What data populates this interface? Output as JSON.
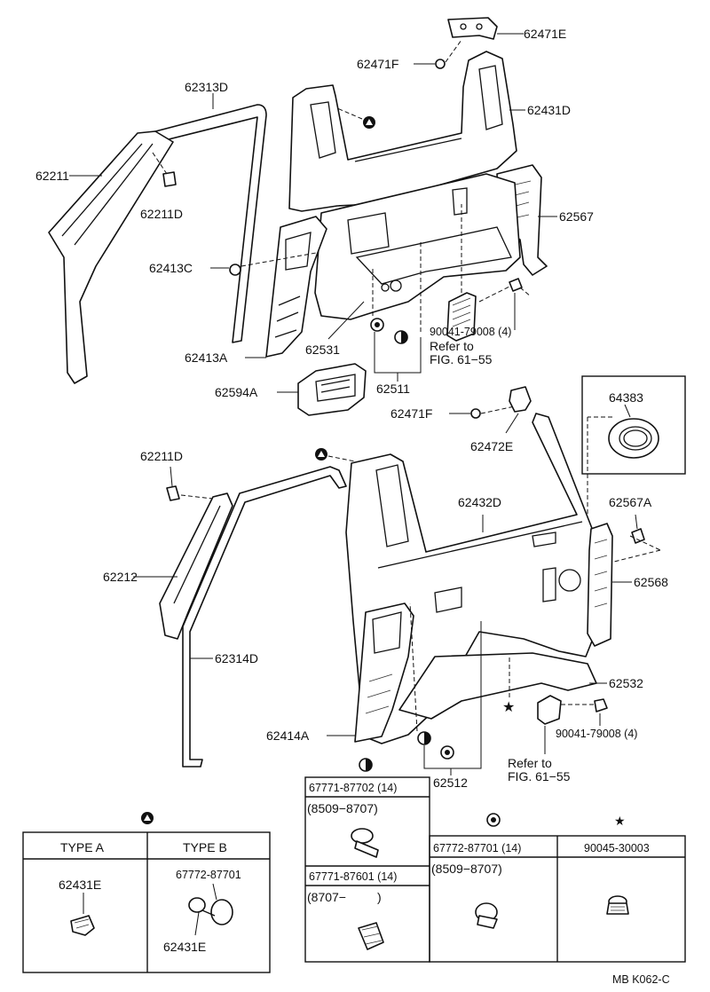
{
  "parts": {
    "p62471E_top": "62471E",
    "p62471F_top": "62471F",
    "p62313D": "62313D",
    "p62431D": "62431D",
    "p62211": "62211",
    "p62211D_top": "62211D",
    "p62567": "62567",
    "p62413C": "62413C",
    "p62531": "62531",
    "p90041_top": "90041-79008 (4)",
    "p62413A": "62413A",
    "refer_top_1": "Refer to",
    "refer_top_2": "FIG. 61−55",
    "p62594A": "62594A",
    "p62511": "62511",
    "p62471F_mid": "62471F",
    "p62472E": "62472E",
    "p64383": "64383",
    "p62211D_mid": "62211D",
    "p62432D": "62432D",
    "p62567A": "62567A",
    "p62212": "62212",
    "p62568": "62568",
    "p62314D": "62314D",
    "p62532": "62532",
    "p90041_bot": "90041-79008 (4)",
    "p62414A": "62414A",
    "refer_bot_1": "Refer to",
    "refer_bot_2": "FIG. 61−55",
    "p62512": "62512"
  },
  "legend_type": {
    "type_a": "TYPE A",
    "type_b": "TYPE B",
    "a_part": "62431E",
    "b_part_top": "67772-87701",
    "b_part_bot": "62431E"
  },
  "legend_half": {
    "row1_part": "67771-87702 (14)",
    "row1_range": "(8509−8707)",
    "row2_part": "67771-87601 (14)",
    "row2_range": "(8707−         )"
  },
  "legend_dot": {
    "part": "67772-87701 (14)",
    "range": "(8509−8707)"
  },
  "legend_star": {
    "part": "90045-30003"
  },
  "footer_code": "MB K062-C"
}
